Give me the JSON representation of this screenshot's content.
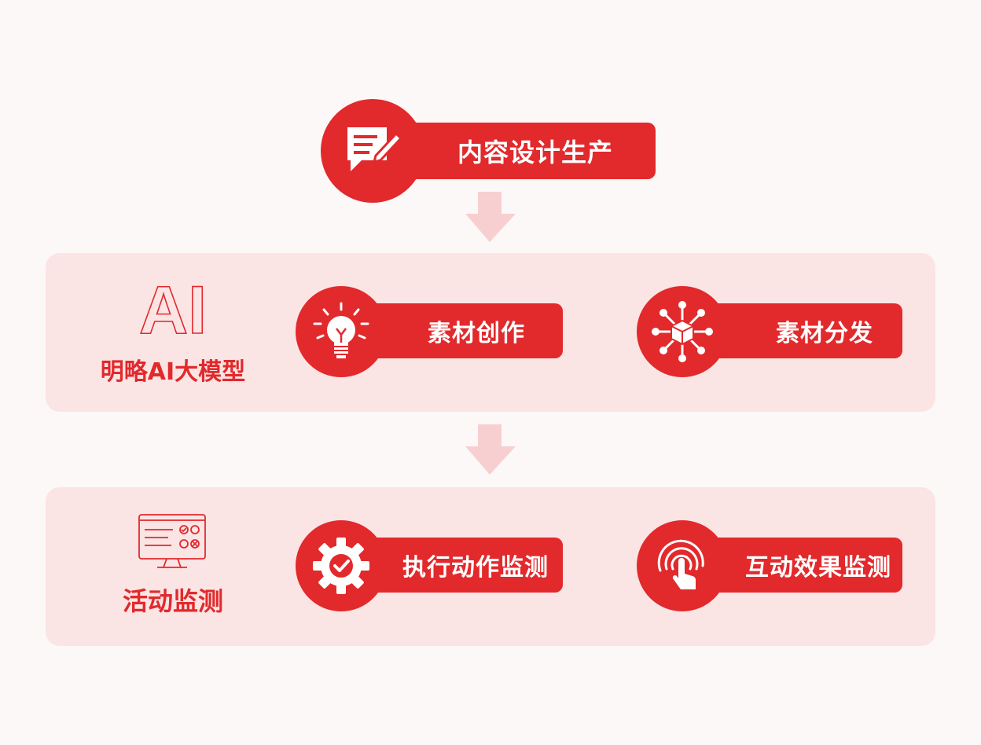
{
  "top_node": {
    "label": "内容设计生产",
    "icon": "chat-edit-icon"
  },
  "ai_panel": {
    "logo_text": "AI",
    "title": "明略AI大模型",
    "nodes": [
      {
        "label": "素材创作",
        "icon": "lightbulb-icon"
      },
      {
        "label": "素材分发",
        "icon": "network-cube-icon"
      }
    ]
  },
  "monitor_panel": {
    "title": "活动监测",
    "icon": "monitor-dashboard-icon",
    "nodes": [
      {
        "label": "执行动作监测",
        "icon": "gear-check-icon"
      },
      {
        "label": "互动效果监测",
        "icon": "touch-tap-icon"
      }
    ]
  },
  "colors": {
    "accent": "#e2292c",
    "panel": "#fbe4e4",
    "arrow": "#f8cfd0",
    "background": "#fcf8f7"
  }
}
